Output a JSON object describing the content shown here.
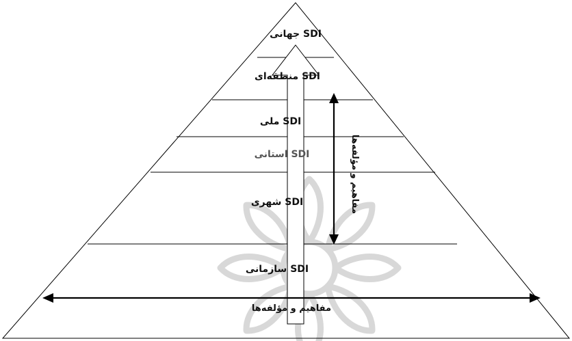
{
  "pyramid": {
    "levels": [
      {
        "name": "global",
        "prefix": "SDI",
        "text": "جهانی"
      },
      {
        "name": "regional",
        "prefix": "SDI",
        "text": "منطقه‌ای"
      },
      {
        "name": "national",
        "prefix": "SDI",
        "text": "ملی"
      },
      {
        "name": "provincial",
        "prefix": "SDI",
        "text": "استانی"
      },
      {
        "name": "urban",
        "prefix": "SDI",
        "text": "شهری"
      },
      {
        "name": "organizational",
        "prefix": "SDI",
        "text": "سازمانی"
      }
    ],
    "vertical_axis_label": "مفاهیم و مؤلفه‌ها",
    "horizontal_axis_label": "مفاهیم و مؤلفه‌ها"
  },
  "colors": {
    "line": "#000000",
    "watermark": "#b9b9b9"
  }
}
